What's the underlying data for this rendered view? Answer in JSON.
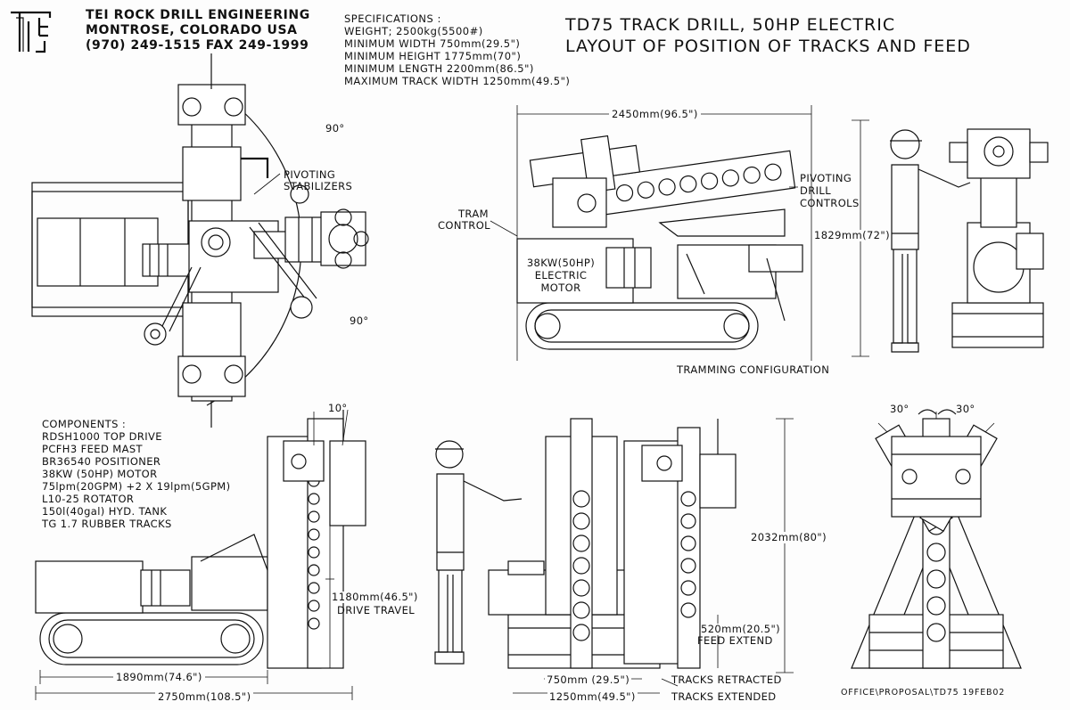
{
  "company": {
    "logo_text": "TEI",
    "name": "TEI ROCK DRILL ENGINEERING",
    "city": "MONTROSE, COLORADO   USA",
    "phone": "(970) 249-1515 FAX 249-1999"
  },
  "specifications": {
    "heading": "SPECIFICATIONS :",
    "lines": [
      "WEIGHT; 2500kg(5500#)",
      "MINIMUM WIDTH 750mm(29.5\")",
      "MINIMUM HEIGHT 1775mm(70\")",
      "MINIMUM LENGTH 2200mm(86.5\")",
      "MAXIMUM TRACK WIDTH 1250mm(49.5\")"
    ]
  },
  "title": {
    "line1": "TD75 TRACK DRILL, 50HP ELECTRIC",
    "line2": "LAYOUT OF POSITION OF TRACKS AND FEED"
  },
  "components": {
    "heading": "COMPONENTS :",
    "lines": [
      "RDSH1000 TOP DRIVE",
      "PCFH3 FEED MAST",
      "BR36540 POSITIONER",
      "38KW (50HP) MOTOR",
      "75lpm(20GPM) +2 X 19lpm(5GPM)",
      "L10-25 ROTATOR",
      "150l(40gal) HYD. TANK",
      "TG 1.7 RUBBER TRACKS"
    ]
  },
  "labels": {
    "angle_top": "90°",
    "angle_bottom": "90°",
    "pivoting_stabilizers_1": "PIVOTING",
    "pivoting_stabilizers_2": "STABILIZERS",
    "tram_control_1": "TRAM",
    "tram_control_2": "CONTROL",
    "dim_2450": "2450mm(96.5\")",
    "pivoting_drill_1": "PIVOTING",
    "pivoting_drill_2": "DRILL",
    "pivoting_drill_3": "CONTROLS",
    "dim_1829": "1829mm(72\")",
    "motor_1": "38KW(50HP)",
    "motor_2": "ELECTRIC",
    "motor_3": "MOTOR",
    "tramming": "TRAMMING CONFIGURATION",
    "angle_10": "10°",
    "dim_1180": "1180mm(46.5\")",
    "drive_travel": "DRIVE TRAVEL",
    "dim_1890": "1890mm(74.6\")",
    "dim_2750": "2750mm(108.5\")",
    "dim_2032": "2032mm(80\")",
    "dim_520": "520mm(20.5\")",
    "feed_extend": "FEED EXTEND",
    "dim_750": "750mm  (29.5\")",
    "dim_1250": "1250mm(49.5\")",
    "tracks_retracted": "TRACKS RETRACTED",
    "tracks_extended": "TRACKS EXTENDED",
    "angle_30_left": "30°",
    "angle_30_right": "30°",
    "drawing_ref": "OFFICE\\PROPOSAL\\TD75   19FEB02"
  }
}
